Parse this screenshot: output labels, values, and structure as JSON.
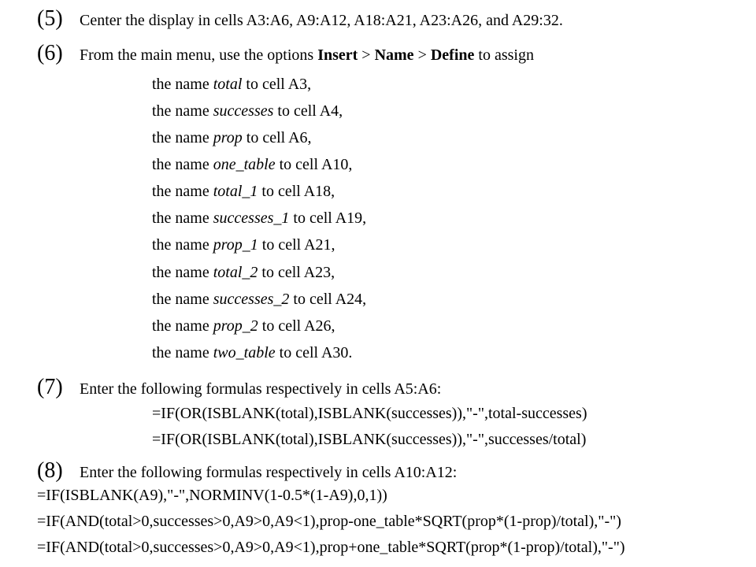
{
  "steps": [
    {
      "number": "(5)",
      "text": "Center the display in cells A3:A6, A9:A12, A18:A21, A23:A26, and A29:32."
    },
    {
      "number": "(6)",
      "text_before": "From the main menu, use the options ",
      "menu_1": "Insert",
      "sep_1": " > ",
      "menu_2": "Name",
      "sep_2": " > ",
      "menu_3": "Define",
      "text_after": " to assign",
      "assignments": [
        {
          "prefix": "the name ",
          "name": "total",
          "suffix": " to cell A3,"
        },
        {
          "prefix": "the name ",
          "name": "successes",
          "suffix": " to cell A4,"
        },
        {
          "prefix": "the name ",
          "name": "prop",
          "suffix": " to cell A6,"
        },
        {
          "prefix": "the name ",
          "name": "one_table",
          "suffix": " to cell A10,"
        },
        {
          "prefix": "the name ",
          "name": "total_1",
          "suffix": " to cell A18,"
        },
        {
          "prefix": "the name ",
          "name": "successes_1",
          "suffix": " to cell A19,"
        },
        {
          "prefix": "the name ",
          "name": "prop_1",
          "suffix": " to cell A21,"
        },
        {
          "prefix": "the name ",
          "name": "total_2",
          "suffix": " to cell A23,"
        },
        {
          "prefix": "the name ",
          "name": "successes_2",
          "suffix": " to cell A24,"
        },
        {
          "prefix": "the name ",
          "name": "prop_2",
          "suffix": " to cell A26,"
        },
        {
          "prefix": "the name ",
          "name": "two_table",
          "suffix": " to cell A30."
        }
      ]
    },
    {
      "number": "(7)",
      "text": "Enter the following formulas respectively in cells A5:A6:",
      "formulas": [
        "=IF(OR(ISBLANK(total),ISBLANK(successes)),\"-\",total-successes)",
        "=IF(OR(ISBLANK(total),ISBLANK(successes)),\"-\",successes/total)"
      ]
    },
    {
      "number": "(8)",
      "text": "Enter the following formulas respectively in cells A10:A12:",
      "formulas": [
        "=IF(ISBLANK(A9),\"-\",NORMINV(1-0.5*(1-A9),0,1))",
        "=IF(AND(total>0,successes>0,A9>0,A9<1),prop-one_table*SQRT(prop*(1-prop)/total),\"-\")",
        "=IF(AND(total>0,successes>0,A9>0,A9<1),prop+one_table*SQRT(prop*(1-prop)/total),\"-\")"
      ]
    }
  ]
}
